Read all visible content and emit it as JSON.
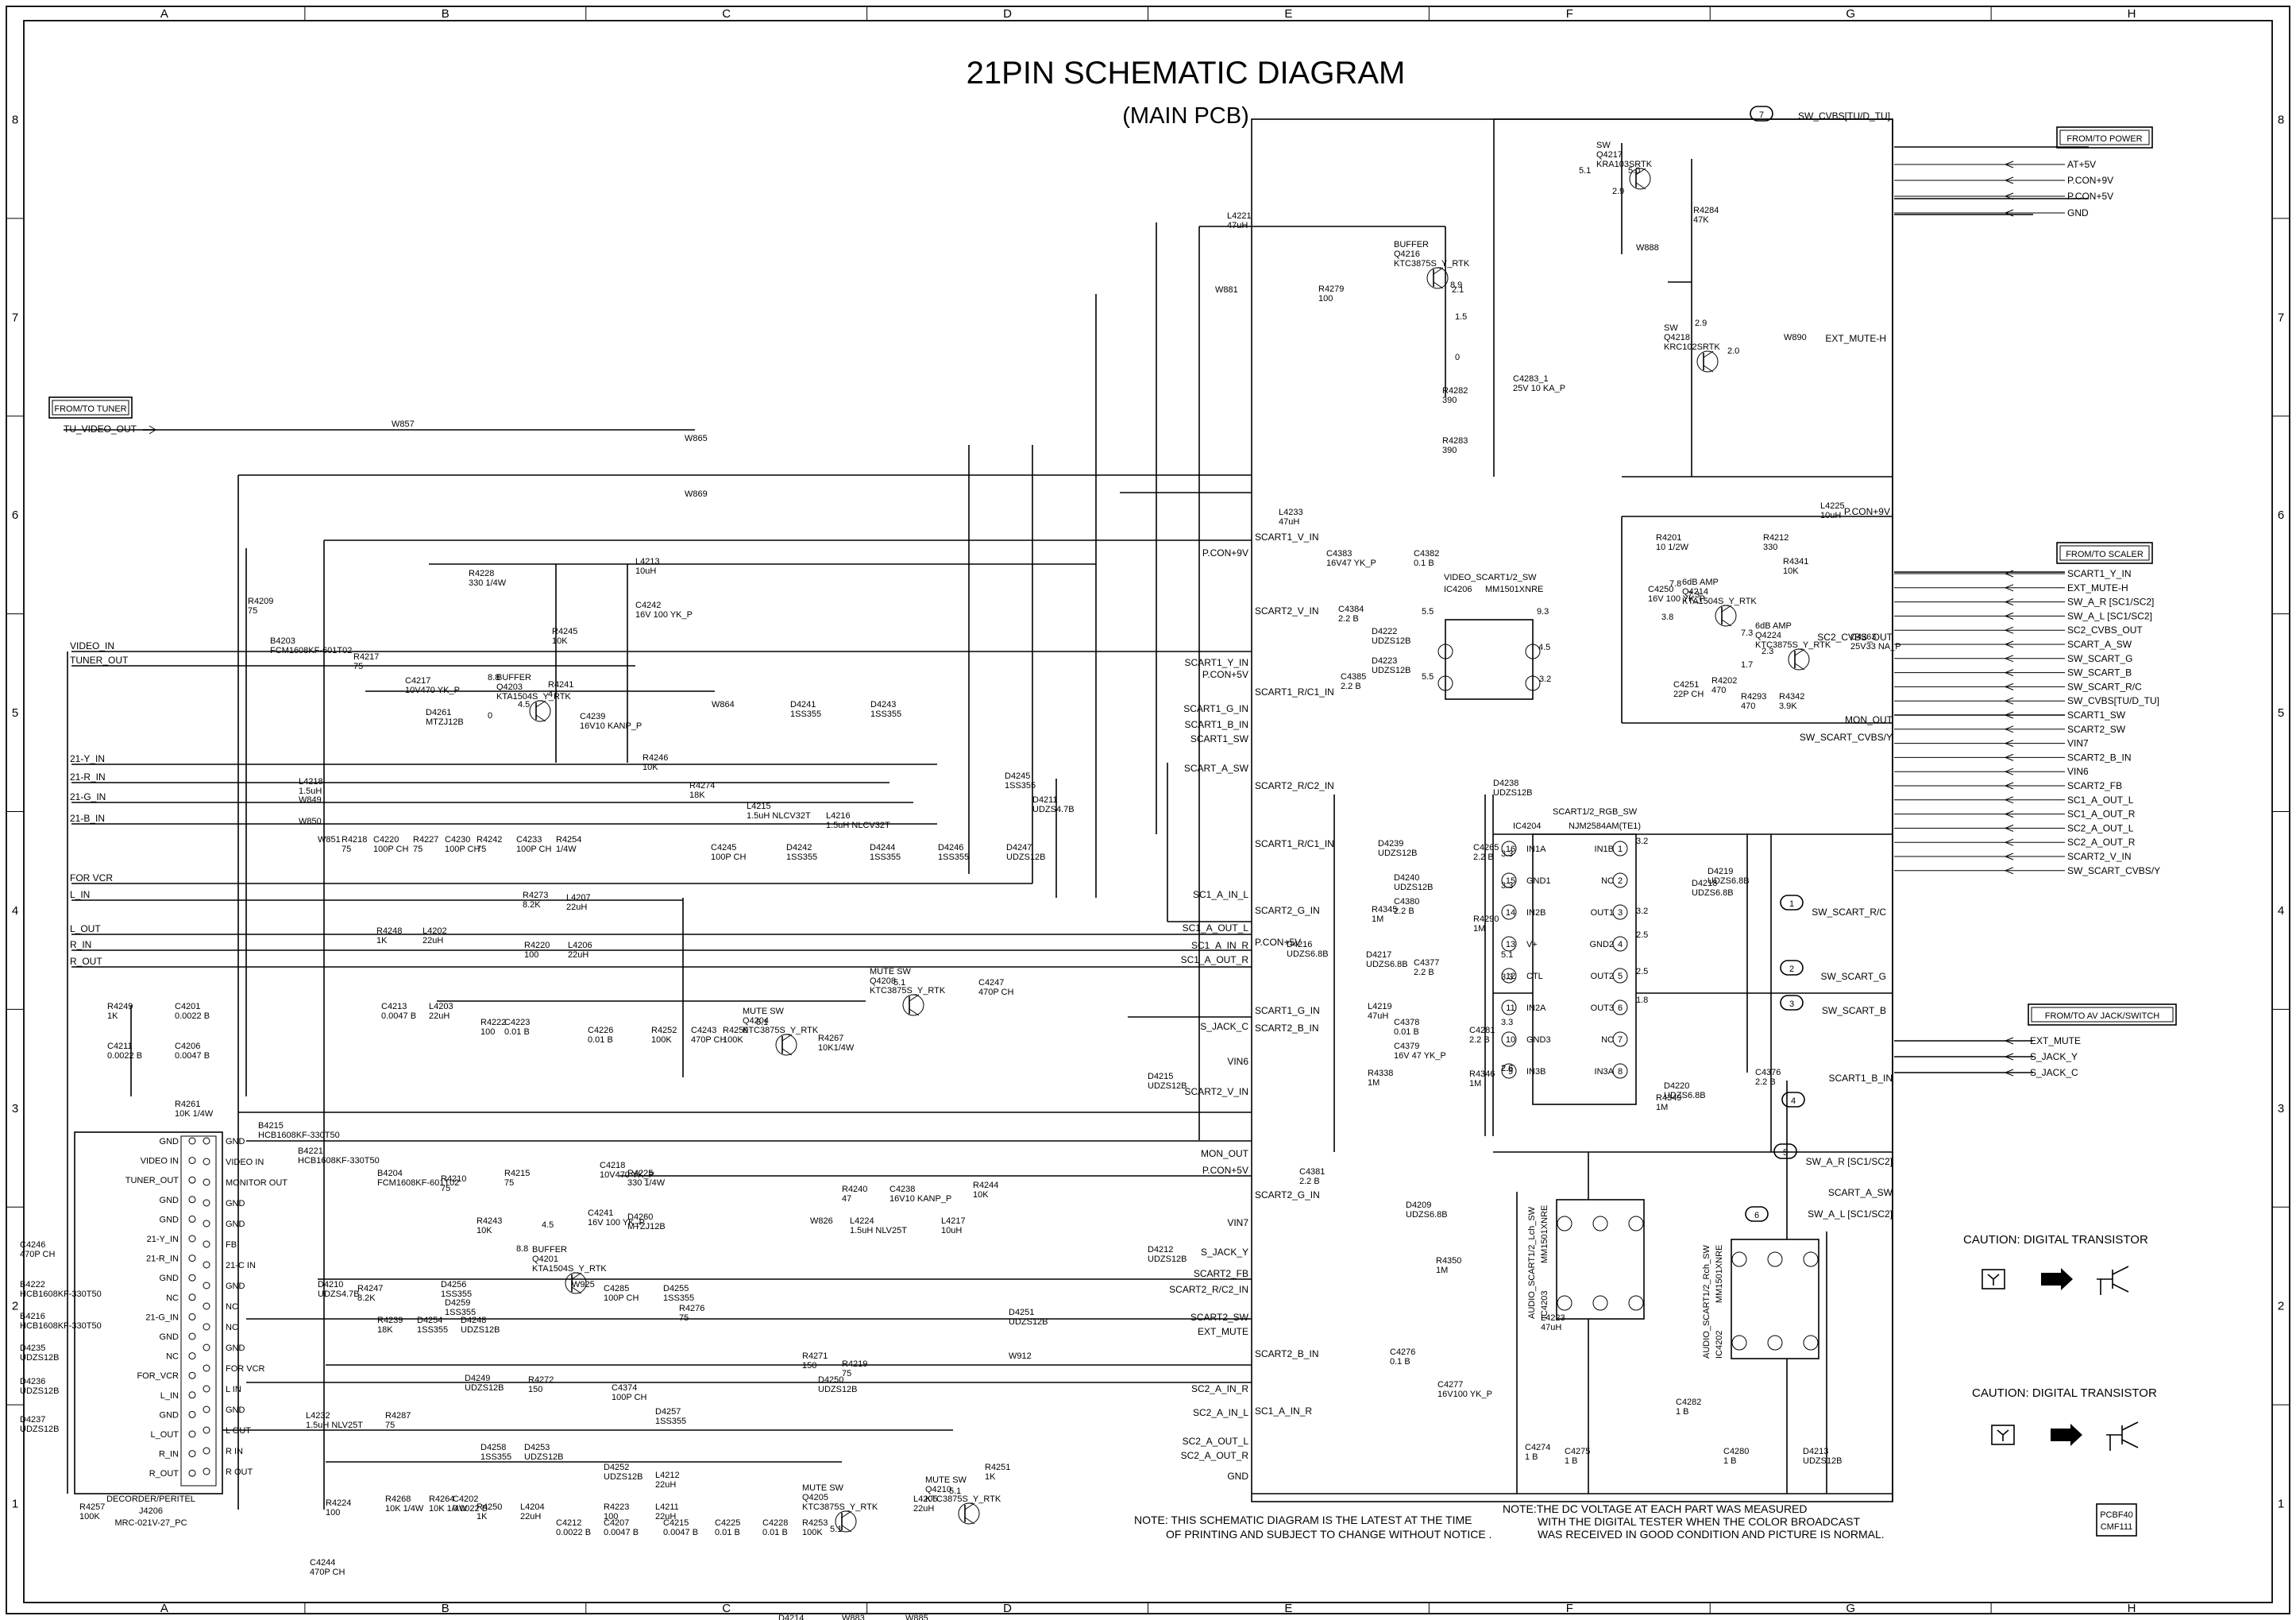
{
  "title": "21PIN SCHEMATIC DIAGRAM",
  "subtitle": "(MAIN PCB)",
  "grid": {
    "columns": [
      "A",
      "B",
      "C",
      "D",
      "E",
      "F",
      "G",
      "H"
    ],
    "rows": [
      "8",
      "7",
      "6",
      "5",
      "4",
      "3",
      "2",
      "1"
    ]
  },
  "connectors": {
    "tuner": "FROM/TO TUNER",
    "power": "FROM/TO POWER",
    "scaler": "FROM/TO SCALER",
    "av_jack": "FROM/TO AV JACK/SWITCH"
  },
  "tuner_signal": "TU_VIDEO_OUT",
  "power_pins": [
    "AT+5V",
    "P.CON+9V",
    "P.CON+5V",
    "GND"
  ],
  "scaler_pins": [
    "SCART1_Y_IN",
    "EXT_MUTE-H",
    "SW_A_R  [SC1/SC2]",
    "SW_A_L  [SC1/SC2]",
    "SC2_CVBS_OUT",
    "SCART_A_SW",
    "SW_SCART_G",
    "SW_SCART_B",
    "SW_SCART_R/C",
    "SW_CVBS[TU/D_TU]",
    "SCART1_SW",
    "SCART2_SW",
    "VIN7",
    "SCART2_B_IN",
    "VIN6",
    "SCART2_FB",
    "SC1_A_OUT_L",
    "SC1_A_OUT_R",
    "SC2_A_OUT_L",
    "SC2_A_OUT_R",
    "SCART2_V_IN",
    "SW_SCART_CVBS/Y"
  ],
  "av_pins": [
    "EXT_MUTE",
    "S_JACK_Y",
    "S_JACK_C"
  ],
  "left_inputs": [
    "VIDEO_IN",
    "TUNER_OUT",
    "21-Y_IN",
    "21-R_IN",
    "21-G_IN",
    "21-B_IN",
    "FOR VCR",
    "L_IN",
    "L_OUT",
    "R_IN",
    "R_OUT"
  ],
  "bus_labels": [
    "SCART1_V_IN",
    "P.CON+9V",
    "SCART2_V_IN",
    "SCART1_Y_IN",
    "P.CON+5V",
    "SCART1_R/C1_IN",
    "SCART1_G_IN",
    "SCART1_B_IN",
    "SCART1_SW",
    "SCART_A_SW",
    "SCART2_R/C2_IN",
    "SCART1_R/C1_IN",
    "SCART2_G_IN",
    "P.CON+5V",
    "SCART1_G_IN",
    "SCART2_B_IN",
    "SC1_A_IN_L",
    "SC1_A_OUT_L",
    "SC1_A_IN_R",
    "SC1_A_OUT_R",
    "S_JACK_C",
    "VIN6",
    "SCART2_V_IN",
    "MON_OUT",
    "P.CON+5V",
    "SCART2_G_IN",
    "VIN7",
    "S_JACK_Y",
    "SCART2_FB",
    "SCART2_R/C2_IN",
    "SCART2_SW",
    "EXT_MUTE",
    "SCART2_B_IN",
    "SC2_A_IN_R",
    "SC1_A_IN_R",
    "SC2_A_OUT_L",
    "SC2_A_OUT_R",
    "SC2_A_IN_L",
    "GND"
  ],
  "right_nets": [
    "SW_CVBS[TU/D_TU]",
    "EXT_MUTE-H",
    "P.CON+9V",
    "SC2_CVBS_OUT",
    "MON_OUT",
    "SW_SCART_CVBS/Y",
    "SW_SCART_R/C",
    "SW_SCART_G",
    "SW_SCART_B",
    "SCART1_B_IN",
    "SW_A_R [SC1/SC2]",
    "SCART_A_SW",
    "SW_A_L [SC1/SC2]"
  ],
  "flags": [
    "1",
    "2",
    "3",
    "4",
    "5",
    "6",
    "7"
  ],
  "ics": {
    "ic4204": {
      "ref": "IC4204",
      "part": "NJM2584AM(TE1)",
      "label": "SCART1/2_RGB_SW",
      "left_pins": [
        "IN1A",
        "GND1",
        "IN2B",
        "V+",
        "CTL",
        "IN2A",
        "GND3",
        "IN3B"
      ],
      "right_pins": [
        "IN1B",
        "NC",
        "OUT1",
        "GND2",
        "OUT2",
        "OUT3",
        "NC",
        "IN3A"
      ]
    },
    "ic4206": {
      "ref": "IC4206",
      "part": "MM1501XNRE",
      "label": "VIDEO_SCART1/2_SW"
    },
    "ic4203": {
      "ref": "IC4203",
      "part": "MM1501XNRE",
      "label": "AUDIO_SCART1/2_Lch_SW"
    },
    "ic4202": {
      "ref": "IC4202",
      "part": "MM1501XNRE",
      "label": "AUDIO_SCART1/2_Rch_SW"
    },
    "j4206": {
      "ref": "J4206",
      "part": "MRC-021V-27_PC",
      "label": "DECORDER/PERITEL",
      "pins": [
        "GND",
        "VIDEO IN",
        "TUNER_OUT",
        "GND",
        "GND",
        "21-Y_IN",
        "21-R_IN",
        "GND",
        "NC",
        "21-G_IN",
        "GND",
        "NC",
        "FOR_VCR",
        "L_IN",
        "GND",
        "L_OUT",
        "R_IN",
        "R_OUT"
      ],
      "right_pins": [
        "GND",
        "VIDEO IN",
        "MONITOR OUT",
        "GND",
        "GND",
        "FB",
        "21-C IN",
        "GND",
        "NC",
        "NC",
        "GND",
        "FOR VCR",
        "L IN",
        "GND",
        "L OUT",
        "R IN",
        "R OUT"
      ]
    }
  },
  "transistors": [
    {
      "ref": "Q4216",
      "part": "KTC3875S_Y_RTK",
      "role": "BUFFER"
    },
    {
      "ref": "Q4217",
      "part": "KRA103SRTK",
      "role": "SW"
    },
    {
      "ref": "Q4218",
      "part": "KRC102SRTK",
      "role": "SW"
    },
    {
      "ref": "Q4203",
      "part": "KTA1504S_Y_RTK",
      "role": "BUFFER"
    },
    {
      "ref": "Q4201",
      "part": "KTA1504S_Y_RTK",
      "role": "BUFFER"
    },
    {
      "ref": "Q4204",
      "part": "KTC3875S_Y_RTK",
      "role": "MUTE SW"
    },
    {
      "ref": "Q4208",
      "part": "KTC3875S_Y_RTK",
      "role": "MUTE SW"
    },
    {
      "ref": "Q4205",
      "part": "KTC3875S_Y_RTK",
      "role": "MUTE SW"
    },
    {
      "ref": "Q4210",
      "part": "KTC3875S_Y_RTK",
      "role": "MUTE SW"
    },
    {
      "ref": "Q4214",
      "part": "KTA1504S_Y_RTK",
      "role": "6dB AMP"
    },
    {
      "ref": "Q4224",
      "part": "KTC3875S_Y_RTK",
      "role": "6dB AMP"
    }
  ],
  "components": [
    {
      "ref": "L4221",
      "value": "47uH"
    },
    {
      "ref": "W881",
      "value": ""
    },
    {
      "ref": "R4279",
      "value": "100"
    },
    {
      "ref": "R4282",
      "value": "390"
    },
    {
      "ref": "R4283",
      "value": "390"
    },
    {
      "ref": "C4283_1",
      "value": "25V 10 KA_P"
    },
    {
      "ref": "R4284",
      "value": "47K"
    },
    {
      "ref": "W888",
      "value": ""
    },
    {
      "ref": "W890",
      "value": ""
    },
    {
      "ref": "W857",
      "value": ""
    },
    {
      "ref": "W865",
      "value": ""
    },
    {
      "ref": "W869",
      "value": ""
    },
    {
      "ref": "L4233",
      "value": "47uH"
    },
    {
      "ref": "C4383",
      "value": "16V47 YK_P"
    },
    {
      "ref": "C4382",
      "value": "0.1 B"
    },
    {
      "ref": "C4384",
      "value": "2.2 B"
    },
    {
      "ref": "C4385",
      "value": "2.2 B"
    },
    {
      "ref": "D4222",
      "value": "UDZS12B"
    },
    {
      "ref": "D4223",
      "value": "UDZS12B"
    },
    {
      "ref": "L4225",
      "value": "10uH"
    },
    {
      "ref": "R4201",
      "value": "10 1/2W"
    },
    {
      "ref": "R4212",
      "value": "330"
    },
    {
      "ref": "C4250",
      "value": "16V 100 YK_P"
    },
    {
      "ref": "R4341",
      "value": "10K"
    },
    {
      "ref": "C4363",
      "value": "25V33 NA_P"
    },
    {
      "ref": "C4251",
      "value": "22P CH"
    },
    {
      "ref": "R4202",
      "value": "470"
    },
    {
      "ref": "R4293",
      "value": "470"
    },
    {
      "ref": "R4342",
      "value": "3.9K"
    },
    {
      "ref": "R4209",
      "value": "75"
    },
    {
      "ref": "B4203",
      "value": "FCM1608KF-601T02"
    },
    {
      "ref": "R4217",
      "value": "75"
    },
    {
      "ref": "C4217",
      "value": "10V470 YK_P"
    },
    {
      "ref": "D4261",
      "value": "MTZJ12B"
    },
    {
      "ref": "R4228",
      "value": "330 1/4W"
    },
    {
      "ref": "L4213",
      "value": "10uH"
    },
    {
      "ref": "C4242",
      "value": "16V 100 YK_P"
    },
    {
      "ref": "R4245",
      "value": "10K"
    },
    {
      "ref": "R4241",
      "value": "47"
    },
    {
      "ref": "C4239",
      "value": "16V10 KANP_P"
    },
    {
      "ref": "R4246",
      "value": "10K"
    },
    {
      "ref": "W864",
      "value": ""
    },
    {
      "ref": "D4241",
      "value": "1SS355"
    },
    {
      "ref": "D4243",
      "value": "1SS355"
    },
    {
      "ref": "D4245",
      "value": "1SS355"
    },
    {
      "ref": "D4211",
      "value": "UDZS4.7B"
    },
    {
      "ref": "R4274",
      "value": "18K"
    },
    {
      "ref": "L4215",
      "value": "1.5uH NLCV32T"
    },
    {
      "ref": "L4216",
      "value": "1.5uH NLCV32T"
    },
    {
      "ref": "L4218",
      "value": "1.5uH"
    },
    {
      "ref": "W849",
      "value": ""
    },
    {
      "ref": "W850",
      "value": ""
    },
    {
      "ref": "W851",
      "value": ""
    },
    {
      "ref": "R4218",
      "value": "75"
    },
    {
      "ref": "C4220",
      "value": "100P CH"
    },
    {
      "ref": "R4227",
      "value": "75"
    },
    {
      "ref": "C4230",
      "value": "100P CH"
    },
    {
      "ref": "R4242",
      "value": "75"
    },
    {
      "ref": "C4233",
      "value": "100P CH"
    },
    {
      "ref": "R4254",
      "value": "1/4W"
    },
    {
      "ref": "C4245",
      "value": "100P CH"
    },
    {
      "ref": "D4242",
      "value": "1SS355"
    },
    {
      "ref": "D4244",
      "value": "1SS355"
    },
    {
      "ref": "D4246",
      "value": "1SS355"
    },
    {
      "ref": "D4247",
      "value": "UDZS12B"
    },
    {
      "ref": "R4273",
      "value": "8.2K"
    },
    {
      "ref": "L4207",
      "value": "22uH"
    },
    {
      "ref": "R4248",
      "value": "1K"
    },
    {
      "ref": "L4202",
      "value": "22uH"
    },
    {
      "ref": "R4220",
      "value": "100"
    },
    {
      "ref": "L4206",
      "value": "22uH"
    },
    {
      "ref": "R4249",
      "value": "1K"
    },
    {
      "ref": "C4201",
      "value": "0.0022 B"
    },
    {
      "ref": "C4211",
      "value": "0.0022 B"
    },
    {
      "ref": "C4206",
      "value": "0.0047 B"
    },
    {
      "ref": "C4213",
      "value": "0.0047 B"
    },
    {
      "ref": "L4203",
      "value": "22uH"
    },
    {
      "ref": "R4222",
      "value": "100"
    },
    {
      "ref": "C4223",
      "value": "0.01 B"
    },
    {
      "ref": "C4226",
      "value": "0.01 B"
    },
    {
      "ref": "R4252",
      "value": "100K"
    },
    {
      "ref": "C4243",
      "value": "470P CH"
    },
    {
      "ref": "R4259",
      "value": "100K"
    },
    {
      "ref": "C4247",
      "value": "470P CH"
    },
    {
      "ref": "R4267",
      "value": "10K1/4W"
    },
    {
      "ref": "R4261",
      "value": "10K 1/4W"
    },
    {
      "ref": "B4215",
      "value": "HCB1608KF-330T50"
    },
    {
      "ref": "B4221",
      "value": "HCB1608KF-330T50"
    },
    {
      "ref": "B4204",
      "value": "FCM1608KF-601T02"
    },
    {
      "ref": "R4210",
      "value": "75"
    },
    {
      "ref": "R4215",
      "value": "75"
    },
    {
      "ref": "C4218",
      "value": "10V470 YK_P"
    },
    {
      "ref": "R4225",
      "value": "330 1/4W"
    },
    {
      "ref": "R4243",
      "value": "10K"
    },
    {
      "ref": "C4241",
      "value": "16V 100 YK_P"
    },
    {
      "ref": "D4260",
      "value": "MTZJ12B"
    },
    {
      "ref": "R4240",
      "value": "47"
    },
    {
      "ref": "C4238",
      "value": "16V10 KANP_P"
    },
    {
      "ref": "R4244",
      "value": "10K"
    },
    {
      "ref": "L4217",
      "value": "10uH"
    },
    {
      "ref": "W826",
      "value": ""
    },
    {
      "ref": "L4224",
      "value": "1.5uH NLV25T"
    },
    {
      "ref": "D4256",
      "value": "1SS355"
    },
    {
      "ref": "D4255",
      "value": "1SS355"
    },
    {
      "ref": "R4276",
      "value": "75"
    },
    {
      "ref": "C4285",
      "value": "100P CH"
    },
    {
      "ref": "W925",
      "value": ""
    },
    {
      "ref": "D4259",
      "value": "1SS355"
    },
    {
      "ref": "D4210",
      "value": "UDZS4.7B"
    },
    {
      "ref": "R4247",
      "value": "8.2K"
    },
    {
      "ref": "R4239",
      "value": "18K"
    },
    {
      "ref": "D4254",
      "value": "1SS355"
    },
    {
      "ref": "D4248",
      "value": "UDZS12B"
    },
    {
      "ref": "D4249",
      "value": "UDZS12B"
    },
    {
      "ref": "R4272",
      "value": "150"
    },
    {
      "ref": "R4271",
      "value": "150"
    },
    {
      "ref": "R4219",
      "value": "75"
    },
    {
      "ref": "D4250",
      "value": "UDZS12B"
    },
    {
      "ref": "D4251",
      "value": "UDZS12B"
    },
    {
      "ref": "W912",
      "value": ""
    },
    {
      "ref": "L4232",
      "value": "1.5uH NLV25T"
    },
    {
      "ref": "R4287",
      "value": "75"
    },
    {
      "ref": "C4374",
      "value": "100P CH"
    },
    {
      "ref": "D4257",
      "value": "1SS355"
    },
    {
      "ref": "D4258",
      "value": "1SS355"
    },
    {
      "ref": "D4253",
      "value": "UDZS12B"
    },
    {
      "ref": "D4252",
      "value": "UDZS12B"
    },
    {
      "ref": "L4212",
      "value": "22uH"
    },
    {
      "ref": "R4250",
      "value": "1K"
    },
    {
      "ref": "L4204",
      "value": "22uH"
    },
    {
      "ref": "R4223",
      "value": "100"
    },
    {
      "ref": "L4211",
      "value": "22uH"
    },
    {
      "ref": "R4251",
      "value": "1K"
    },
    {
      "ref": "L4205",
      "value": "22uH"
    },
    {
      "ref": "R4224",
      "value": "100"
    },
    {
      "ref": "R4268",
      "value": "10K 1/4W"
    },
    {
      "ref": "R4264",
      "value": "10K 1/4W"
    },
    {
      "ref": "C4202",
      "value": "0.0022 B"
    },
    {
      "ref": "C4212",
      "value": "0.0022 B"
    },
    {
      "ref": "C4207",
      "value": "0.0047 B"
    },
    {
      "ref": "C4215",
      "value": "0.0047 B"
    },
    {
      "ref": "C4225",
      "value": "0.01 B"
    },
    {
      "ref": "C4228",
      "value": "0.01 B"
    },
    {
      "ref": "R4253",
      "value": "100K"
    },
    {
      "ref": "C4244",
      "value": "470P CH"
    },
    {
      "ref": "R4257",
      "value": "100K"
    },
    {
      "ref": "C4246",
      "value": "470P CH"
    },
    {
      "ref": "B4222",
      "value": "HCB1608KF-330T50"
    },
    {
      "ref": "B4216",
      "value": "HCB1608KF-330T50"
    },
    {
      "ref": "D4235",
      "value": "UDZS12B"
    },
    {
      "ref": "D4236",
      "value": "UDZS12B"
    },
    {
      "ref": "D4237",
      "value": "UDZS12B"
    },
    {
      "ref": "D4238",
      "value": "UDZS12B"
    },
    {
      "ref": "D4239",
      "value": "UDZS12B"
    },
    {
      "ref": "D4240",
      "value": "UDZS12B"
    },
    {
      "ref": "C4380",
      "value": "2.2 B"
    },
    {
      "ref": "C4265",
      "value": "2.2 B"
    },
    {
      "ref": "R4290",
      "value": "1M"
    },
    {
      "ref": "R4345",
      "value": "1M"
    },
    {
      "ref": "D4216",
      "value": "UDZS6.8B"
    },
    {
      "ref": "D4217",
      "value": "UDZS6.8B"
    },
    {
      "ref": "C4377",
      "value": "2.2 B"
    },
    {
      "ref": "L4219",
      "value": "47uH"
    },
    {
      "ref": "C4378",
      "value": "0.01 B"
    },
    {
      "ref": "C4379",
      "value": "16V 47 YK_P"
    },
    {
      "ref": "C4281",
      "value": "2.2 B"
    },
    {
      "ref": "R4346",
      "value": "1M"
    },
    {
      "ref": "R4338",
      "value": "1M"
    },
    {
      "ref": "D4218",
      "value": "UDZS6.8B"
    },
    {
      "ref": "D4219",
      "value": "UDZS6.8B"
    },
    {
      "ref": "C4376",
      "value": "2.2 B"
    },
    {
      "ref": "R4349",
      "value": "1M"
    },
    {
      "ref": "D4220",
      "value": "UDZS6.8B"
    },
    {
      "ref": "C4381",
      "value": "2.2 B"
    },
    {
      "ref": "D4209",
      "value": "UDZS6.8B"
    },
    {
      "ref": "R4350",
      "value": "1M"
    },
    {
      "ref": "L4223",
      "value": "47uH"
    },
    {
      "ref": "C4276",
      "value": "0.1 B"
    },
    {
      "ref": "C4277",
      "value": "16V100 YK_P"
    },
    {
      "ref": "C4282",
      "value": "1 B"
    },
    {
      "ref": "C4274",
      "value": "1 B"
    },
    {
      "ref": "C4275",
      "value": "1 B"
    },
    {
      "ref": "C4280",
      "value": "1 B"
    },
    {
      "ref": "D4213",
      "value": "UDZS12B"
    },
    {
      "ref": "D4215",
      "value": "UDZS12B"
    },
    {
      "ref": "D4212",
      "value": "UDZS12B"
    },
    {
      "ref": "D4214",
      "value": "UDZS12B"
    },
    {
      "ref": "W883",
      "value": ""
    },
    {
      "ref": "W885",
      "value": ""
    }
  ],
  "voltages": [
    "5.1",
    "5.0",
    "2.9",
    "2.9",
    "2.0",
    "2.1",
    "8.9",
    "1.5",
    "0",
    "7.8",
    "7.3",
    "3.8",
    "7.3",
    "2.3",
    "1.7",
    "8.8",
    "4.5",
    "0",
    "8.8",
    "4.5",
    "5.1",
    "5.1",
    "5.1",
    "5.1",
    "5.5",
    "9.3",
    "4.5",
    "5.5",
    "3.2",
    "3.3",
    "3.2",
    "3.3",
    "3.2",
    "5.1",
    "3.3",
    "3.3",
    "2.6",
    "2.5",
    "2.5",
    "1.8",
    "2.6"
  ],
  "caution": "CAUTION: DIGITAL TRANSISTOR",
  "notes": {
    "left": [
      "NOTE: THIS SCHEMATIC DIAGRAM IS THE LATEST AT THE TIME",
      "OF PRINTING AND SUBJECT TO CHANGE WITHOUT NOTICE ."
    ],
    "right": [
      "NOTE:THE DC VOLTAGE AT EACH PART WAS MEASURED",
      "WITH THE DIGITAL TESTER WHEN THE COLOR BROADCAST",
      "WAS RECEIVED IN GOOD CONDITION AND PICTURE IS NORMAL."
    ]
  },
  "board_code": [
    "PCBF40",
    "CMF111"
  ]
}
